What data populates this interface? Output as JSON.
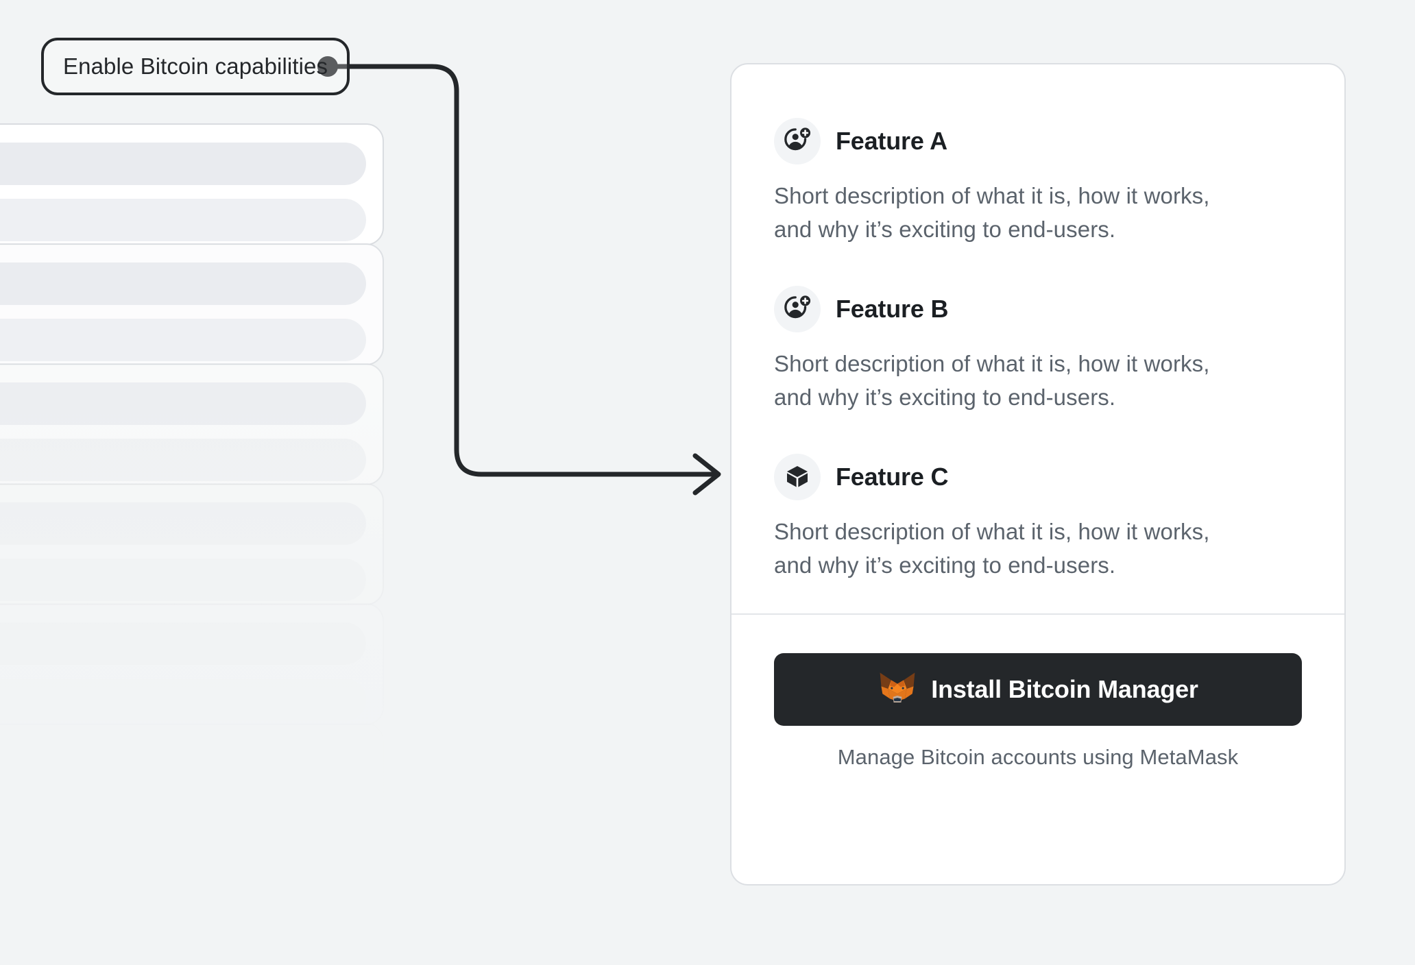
{
  "annotation": {
    "label": "Enable Bitcoin capabilities",
    "connector_color": "#24272a"
  },
  "background": {
    "page_color": "#f2f4f5",
    "skeleton_card_count": 6,
    "skeleton_card_color": "#ffffff",
    "skeleton_bar_color": "#e9ebef"
  },
  "card": {
    "background": "#ffffff",
    "border_color": "#dcdfe3",
    "features": [
      {
        "icon": "add-account-icon",
        "title": "Feature A",
        "description": "Short description of what it is, how it works, and why it’s exciting to end-users."
      },
      {
        "icon": "add-account-icon",
        "title": "Feature B",
        "description": "Short description of what it is, how it works, and why it’s exciting to end-users."
      },
      {
        "icon": "cube-icon",
        "title": "Feature C",
        "description": "Short description of what it is, how it works, and why it’s exciting to end-users."
      }
    ],
    "cta": {
      "icon": "metamask-fox-icon",
      "button_label": "Install Bitcoin Manager",
      "button_color": "#24272a",
      "subtext": "Manage Bitcoin accounts using MetaMask"
    }
  }
}
